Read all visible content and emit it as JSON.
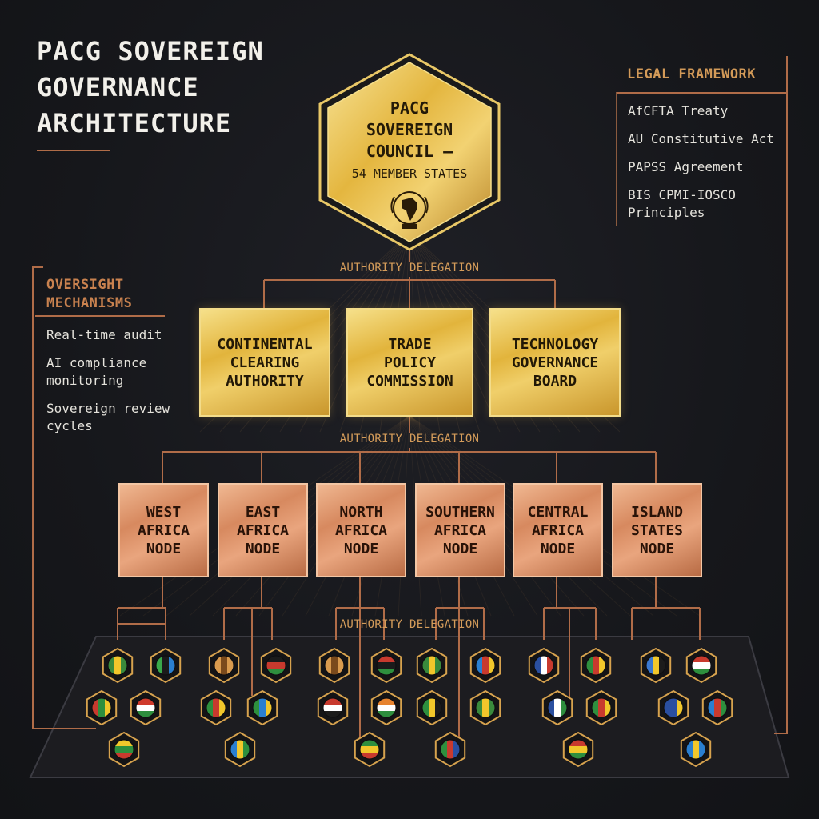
{
  "title": "PACG SOVEREIGN GOVERNANCE ARCHITECTURE",
  "council": {
    "name": "PACG\nSOVEREIGN\nCOUNCIL —",
    "subtitle": "54 MEMBER STATES"
  },
  "delegation_label": "AUTHORITY DELEGATION",
  "legal_framework": {
    "heading": "LEGAL FRAMEWORK",
    "items": [
      "AfCFTA Treaty",
      "AU Constitutive Act",
      "PAPSS Agreement",
      "BIS CPMI-IOSCO Principles"
    ]
  },
  "oversight": {
    "heading": "OVERSIGHT MECHANISMS",
    "items": [
      "Real-time audit",
      "AI compliance monitoring",
      "Sovereign review cycles"
    ]
  },
  "authorities": [
    {
      "label": "CONTINENTAL\nCLEARING\nAUTHORITY"
    },
    {
      "label": "TRADE\nPOLICY\nCOMMISSION"
    },
    {
      "label": "TECHNOLOGY\nGOVERNANCE\nBOARD"
    }
  ],
  "nodes": [
    {
      "label": "WEST\nAFRICA\nNODE"
    },
    {
      "label": "EAST\nAFRICA\nNODE"
    },
    {
      "label": "NORTH\nAFRICA\nNODE"
    },
    {
      "label": "SOUTHERN\nAFRICA\nNODE"
    },
    {
      "label": "CENTRAL\nAFRICA\nNODE"
    },
    {
      "label": "ISLAND\nSTATES\nNODE"
    }
  ],
  "colors": {
    "gold": "#e2b43c",
    "copper": "#d7895f",
    "connector": "#b06c48",
    "accent_text": "#d49c5a",
    "background": "#16171b"
  },
  "flags": [
    {
      "node": 0,
      "icon": "flag-vertical-tricolor-green-yellow-green",
      "stripes": [
        "#3a8a3c",
        "#f2c62b",
        "#3a8a3c"
      ]
    },
    {
      "node": 0,
      "icon": "flag-diagonal-green-black-blue",
      "stripes": [
        "#3aa84a",
        "#1b1b1b",
        "#2a7fd0"
      ]
    },
    {
      "node": 0,
      "icon": "flag-vertical-tricolor-red-green-yellow",
      "stripes": [
        "#c83a2e",
        "#2e8f3e",
        "#f1c72b"
      ]
    },
    {
      "node": 0,
      "icon": "flag-horizontal-red-white-green",
      "stripes": [
        "#cf3a2c",
        "#ffffff",
        "#2e8f3e"
      ]
    },
    {
      "node": 0,
      "icon": "flag-horizontal-yellow-green-red",
      "stripes": [
        "#f1c72b",
        "#2e8f3e",
        "#c83a2e"
      ]
    },
    {
      "node": 1,
      "icon": "flag-emblem-map",
      "stripes": [
        "#d99b4e",
        "#7a4a1c",
        "#d99b4e"
      ]
    },
    {
      "node": 1,
      "icon": "flag-horizontal-black-red-green",
      "stripes": [
        "#1b1b1b",
        "#c83a2e",
        "#2e8f3e"
      ]
    },
    {
      "node": 1,
      "icon": "flag-vertical-green-red-yellow",
      "stripes": [
        "#2e8f3e",
        "#c83a2e",
        "#f1c72b"
      ]
    },
    {
      "node": 1,
      "icon": "flag-diagonal-green-blue-yellow",
      "stripes": [
        "#2e8f3e",
        "#2a7fd0",
        "#f1c72b"
      ]
    },
    {
      "node": 1,
      "icon": "flag-diagonal-blue-yellow-green",
      "stripes": [
        "#2a7fd0",
        "#f1c72b",
        "#2e8f3e"
      ]
    },
    {
      "node": 2,
      "icon": "flag-emblem-map",
      "stripes": [
        "#d99b4e",
        "#7a4a1c",
        "#d99b4e"
      ]
    },
    {
      "node": 2,
      "icon": "flag-horizontal-red-black-green",
      "stripes": [
        "#c83a2e",
        "#1b1b1b",
        "#2e8f3e"
      ]
    },
    {
      "node": 2,
      "icon": "flag-horizontal-red-white-black",
      "stripes": [
        "#c83a2e",
        "#ffffff",
        "#1b1b1b"
      ]
    },
    {
      "node": 2,
      "icon": "flag-horizontal-orange-white-green",
      "stripes": [
        "#e6832f",
        "#ffffff",
        "#2e8f3e"
      ]
    },
    {
      "node": 2,
      "icon": "flag-horizontal-green-yellow-red",
      "stripes": [
        "#2e8f3e",
        "#f1c72b",
        "#c83a2e"
      ]
    },
    {
      "node": 3,
      "icon": "flag-vertical-green-yellow-green",
      "stripes": [
        "#3a8a3c",
        "#f2c62b",
        "#3a8a3c"
      ]
    },
    {
      "node": 3,
      "icon": "flag-diagonal-blue-red-yellow",
      "stripes": [
        "#2a7fd0",
        "#c83a2e",
        "#f1c72b"
      ]
    },
    {
      "node": 3,
      "icon": "flag-diagonal-green-yellow-black",
      "stripes": [
        "#2e8f3e",
        "#f1c72b",
        "#1b1b1b"
      ]
    },
    {
      "node": 3,
      "icon": "flag-vertical-green-yellow-green",
      "stripes": [
        "#3a8a3c",
        "#f2c62b",
        "#3a8a3c"
      ]
    },
    {
      "node": 3,
      "icon": "flag-y-shape-green-red-blue",
      "stripes": [
        "#2e8f3e",
        "#c83a2e",
        "#2a4fa0"
      ]
    },
    {
      "node": 4,
      "icon": "flag-cross-white-blue-red",
      "stripes": [
        "#2a4fa0",
        "#ffffff",
        "#c83a2e"
      ]
    },
    {
      "node": 4,
      "icon": "flag-vertical-green-red-yellow",
      "stripes": [
        "#2e8f3e",
        "#c83a2e",
        "#f1c72b"
      ]
    },
    {
      "node": 4,
      "icon": "flag-cross-blue-white-green",
      "stripes": [
        "#2a4fa0",
        "#ffffff",
        "#2e8f3e"
      ]
    },
    {
      "node": 4,
      "icon": "flag-vertical-green-red-yellow",
      "stripes": [
        "#2e8f3e",
        "#c83a2e",
        "#f1c72b"
      ]
    },
    {
      "node": 4,
      "icon": "flag-horizontal-red-yellow-green",
      "stripes": [
        "#c83a2e",
        "#f1c72b",
        "#2e8f3e"
      ]
    },
    {
      "node": 5,
      "icon": "flag-triangle-blue-yellow-black",
      "stripes": [
        "#3a78d0",
        "#f1c72b",
        "#1b1b1b"
      ]
    },
    {
      "node": 5,
      "icon": "flag-horizontal-red-white-green",
      "stripes": [
        "#c83a2e",
        "#ffffff",
        "#2e8f3e"
      ]
    },
    {
      "node": 5,
      "icon": "flag-stars-blue",
      "stripes": [
        "#2a4fa0",
        "#2a4fa0",
        "#f1c72b"
      ]
    },
    {
      "node": 5,
      "icon": "flag-diagonal-blue-red-green",
      "stripes": [
        "#2a7fd0",
        "#c83a2e",
        "#2e8f3e"
      ]
    },
    {
      "node": 5,
      "icon": "flag-emblem-blue",
      "stripes": [
        "#2a7fd0",
        "#f1c72b",
        "#2a7fd0"
      ]
    }
  ]
}
